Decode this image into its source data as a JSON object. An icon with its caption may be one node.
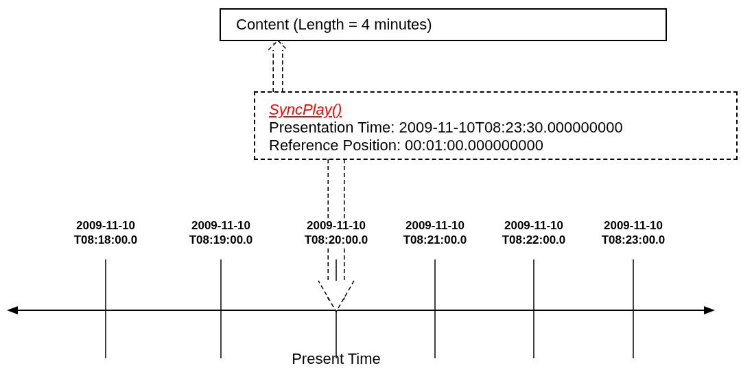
{
  "diagram": {
    "nodes": [
      {
        "text": [
          "Content (Length = 4 minutes)"
        ]
      },
      {
        "text": [
          "SyncPlay()",
          "Presentation Time: 2009-11-10T08:23:30.000000000",
          "Reference Position: 00:01:00.000000000"
        ]
      },
      {
        "text": [
          "Present Time"
        ]
      }
    ],
    "edges": [
      {
        "from": 1,
        "to": 0,
        "arrow": "to",
        "style": "dashed"
      },
      {
        "from": 1,
        "to": 2,
        "arrow": "to",
        "style": "dashed"
      }
    ],
    "labels": [
      "2009-11-10 T08:18:00.0",
      "2009-11-10 T08:19:00.0",
      "2009-11-10 T08:20:00.0",
      "2009-11-10 T08:21:00.0",
      "2009-11-10 T08:22:00.0",
      "2009-11-10 T08:23:00.0"
    ]
  }
}
